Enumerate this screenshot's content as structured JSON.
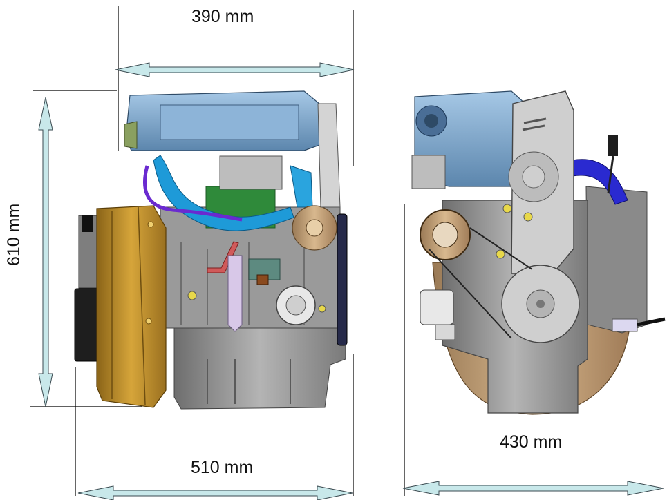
{
  "dimensions": {
    "top_width": "390 mm",
    "left_height": "610 mm",
    "bottom_length": "510 mm",
    "right_width": "430 mm"
  },
  "colors": {
    "arrow_fill": "#c8e8ea",
    "arrow_stroke": "#3a4a50",
    "valve_cover": "#7ea8cc",
    "intake_pipe": "#1e9ad8",
    "flywheel_housing": "#c8962a",
    "engine_block": "#a8a8a8",
    "belt_cover": "#cfcfcf",
    "oil_pan": "#8c8c8c",
    "purple_hose": "#6a2ad0"
  }
}
